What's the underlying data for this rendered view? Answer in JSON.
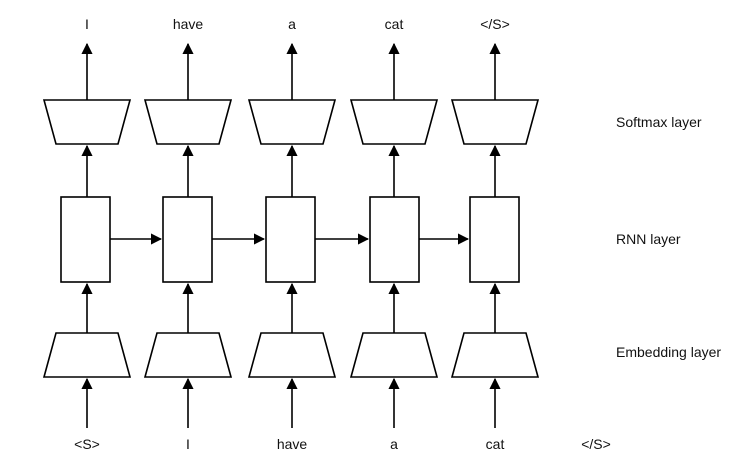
{
  "outputs": [
    "I",
    "have",
    "a",
    "cat",
    "</S>"
  ],
  "inputs": [
    "<S>",
    "I",
    "have",
    "a",
    "cat",
    "</S>"
  ],
  "layers": {
    "softmax": "Softmax layer",
    "rnn": "RNN layer",
    "embedding": "Embedding layer"
  },
  "colors": {
    "stroke": "#000000",
    "background": "#ffffff",
    "text": "#111111"
  }
}
